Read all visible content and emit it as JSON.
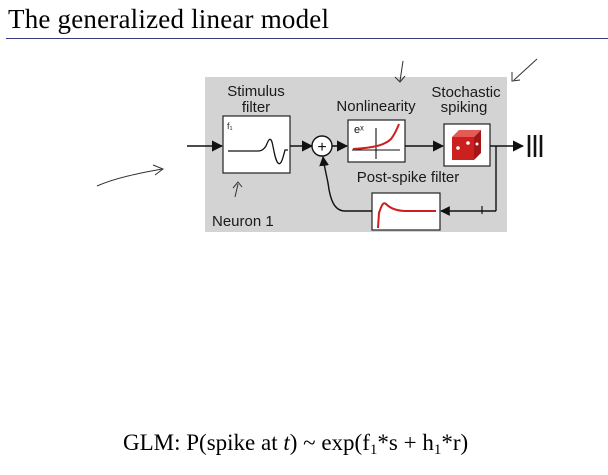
{
  "slide": {
    "title": "The generalized linear model"
  },
  "diagram": {
    "stimulus_filter_label_line1": "Stimulus",
    "stimulus_filter_label_line2": "filter",
    "filter_sub_label": "f₁",
    "nonlinearity_label": "Nonlinearity",
    "nonlinearity_formula": "eˣ",
    "stochastic_label_line1": "Stochastic",
    "stochastic_label_line2": "spiking",
    "post_spike_label": "Post-spike filter",
    "neuron_label": "Neuron 1",
    "sum_symbol": "+",
    "colors": {
      "panel": "#d3d3d3",
      "accent_red": "#cc1f1f",
      "pen": "#3b3b3b"
    }
  },
  "formula": {
    "prefix": "GLM:  P(spike at ",
    "t": "t",
    "mid": ") ~ exp(f",
    "sub1": "1",
    "mid2": "*s  + h",
    "sub2": "1",
    "end": "*r)"
  }
}
